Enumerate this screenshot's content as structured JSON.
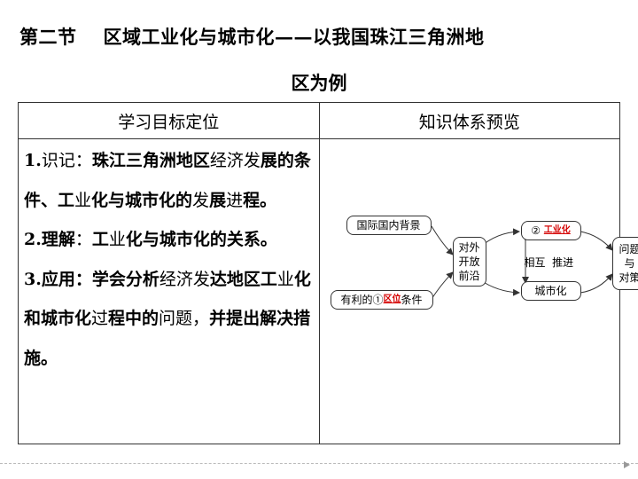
{
  "title": {
    "section": "第二节",
    "line1": "区域工业化与城市化——以我国珠江三角洲地",
    "line2": "区为例"
  },
  "table": {
    "header_left": "学习目标定位",
    "header_right": "知识体系预览",
    "objectives": [
      {
        "num": "1.",
        "text_a": "识记：",
        "text_b": "珠江三角洲地区",
        "text_c": "经济发",
        "text_d": "展的条件、工",
        "text_e": "业",
        "text_f": "化与城市化的",
        "text_g": "发",
        "text_h": "展",
        "text_i": "进",
        "text_j": "程。"
      },
      {
        "num": "2.",
        "text_a": "理解",
        "text_b": "：",
        "text_c": "工",
        "text_d": "业",
        "text_e": "化与城市化的关系。"
      },
      {
        "num": "3.",
        "text_a": "应用：",
        "text_b": "学会分析",
        "text_c": "经济发",
        "text_d": "达地区工",
        "text_e": "业",
        "text_f": "化和城市化",
        "text_g": "过",
        "text_h": "程中的",
        "text_i": "问题，",
        "text_j": "并提出解决措施。"
      }
    ]
  },
  "diagram": {
    "background": "国际国内背景",
    "conditions_prefix": "有利的①",
    "conditions_fill": "区位",
    "conditions_suffix": "条件",
    "opening": "对外\n开放\n前沿",
    "industrialization_prefix": "②",
    "industrialization_fill": "工业化",
    "mutual_a": "相互",
    "mutual_b": "推进",
    "urbanization": "城市化",
    "issues": "问题\n与\n对策",
    "accent": "#d40000"
  }
}
